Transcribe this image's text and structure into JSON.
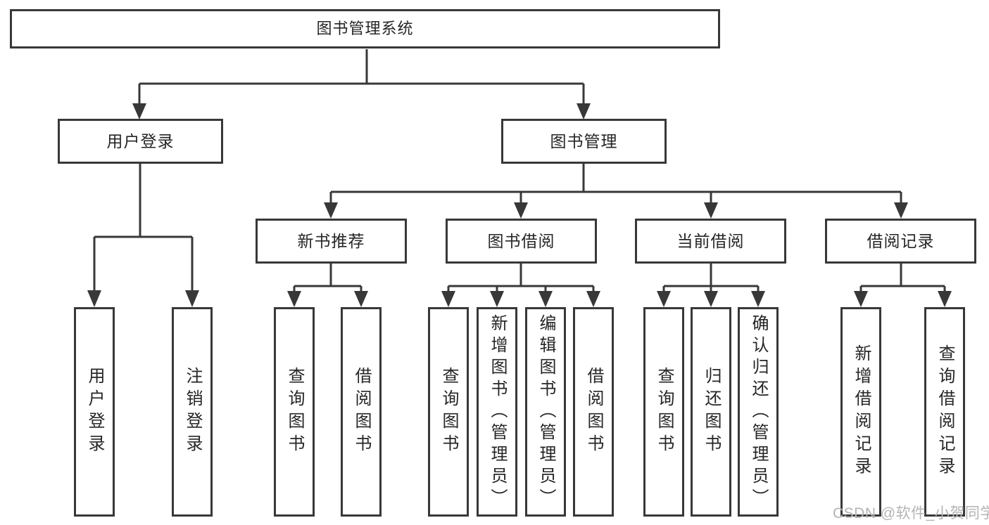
{
  "diagram": {
    "title": "图书管理系统",
    "branches": [
      {
        "label": "用户登录",
        "children": [
          {
            "label": "用户登录"
          },
          {
            "label": "注销登录"
          }
        ]
      },
      {
        "label": "图书管理",
        "children": [
          {
            "label": "新书推荐",
            "children": [
              {
                "label": "查询图书"
              },
              {
                "label": "借阅图书"
              }
            ]
          },
          {
            "label": "图书借阅",
            "children": [
              {
                "label": "查询图书"
              },
              {
                "label": "新增图书（管理员）"
              },
              {
                "label": "编辑图书（管理员）"
              },
              {
                "label": "借阅图书"
              }
            ]
          },
          {
            "label": "当前借阅",
            "children": [
              {
                "label": "查询图书"
              },
              {
                "label": "归还图书"
              },
              {
                "label": "确认归还（管理员）"
              }
            ]
          },
          {
            "label": "借阅记录",
            "children": [
              {
                "label": "新增借阅记录"
              },
              {
                "label": "查询借阅记录"
              }
            ]
          }
        ]
      }
    ]
  },
  "watermark": {
    "text": "CSDN @软件_小贺同学"
  },
  "colors": {
    "line": "#383838",
    "border": "#383838",
    "text": "#262626",
    "watermark": "#b4b4b4",
    "background": "#ffffff"
  }
}
